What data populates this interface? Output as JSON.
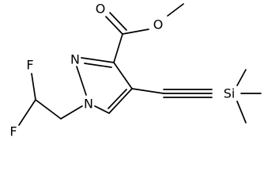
{
  "molecule": {
    "atoms": {
      "o_carbonyl": "O",
      "o_ester": "O",
      "n2": "N",
      "n1": "N",
      "f_upper": "F",
      "f_lower": "F",
      "si": "Si"
    }
  }
}
